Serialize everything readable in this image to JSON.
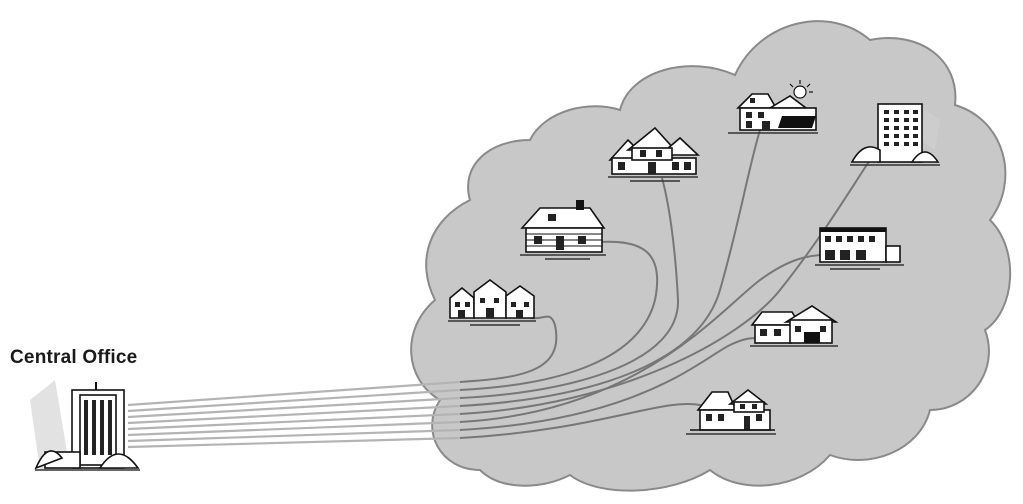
{
  "central_office": {
    "label": "Central Office",
    "icon": "office-tower-icon"
  },
  "subscribers": [
    {
      "name": "townhouses",
      "icon": "townhouses-icon"
    },
    {
      "name": "log-cabin",
      "icon": "cabin-house-icon"
    },
    {
      "name": "two-story-house",
      "icon": "two-story-house-icon"
    },
    {
      "name": "solar-house",
      "icon": "solar-house-icon"
    },
    {
      "name": "apartment-tower",
      "icon": "apartment-tower-icon"
    },
    {
      "name": "storefront",
      "icon": "storefront-icon"
    },
    {
      "name": "ranch-house",
      "icon": "ranch-house-icon"
    },
    {
      "name": "victorian-house",
      "icon": "victorian-house-icon"
    }
  ],
  "colors": {
    "cloud_fill": "#c8c8c8",
    "cloud_stroke": "#8a8a8a",
    "fiber_outside": "#b4b4b4",
    "fiber_inside": "#777777"
  }
}
